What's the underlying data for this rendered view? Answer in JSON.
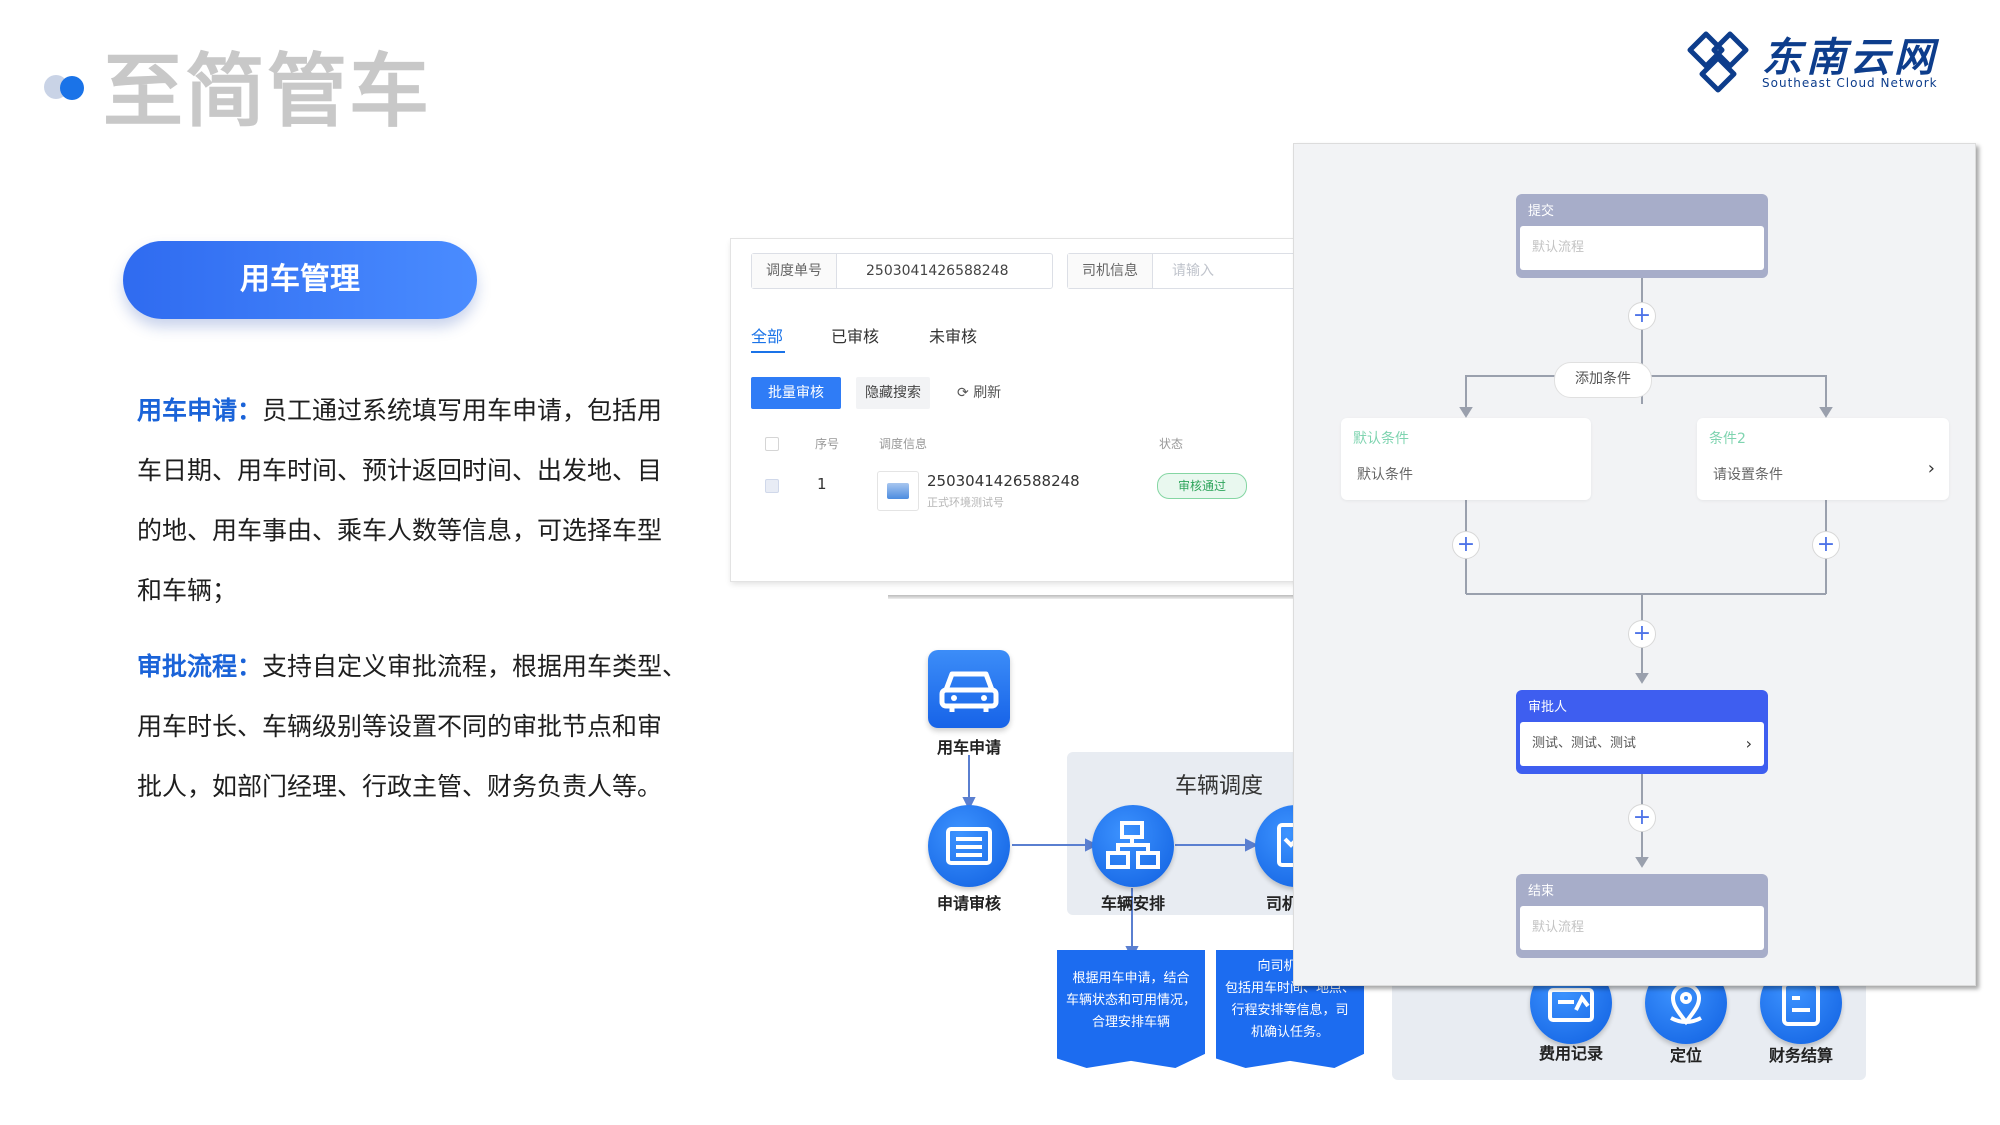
{
  "header": {
    "title": "至简管车",
    "logo_cn": "东南云网",
    "logo_en": "Southeast Cloud Network"
  },
  "section": {
    "pill_label": "用车管理",
    "paragraphs": [
      {
        "highlight": "用车申请：",
        "lines": [
          "员工通过系统填写用车申请，包括用",
          "车日期、用车时间、预计返回时间、出发地、目",
          "的地、用车事由、乘车人数等信息，可选择车型",
          "和车辆；"
        ]
      },
      {
        "highlight": "审批流程：",
        "lines": [
          "支持自定义审批流程，根据用车类型、",
          "用车时长、车辆级别等设置不同的审批节点和审",
          "批人，如部门经理、行政主管、财务负责人等。"
        ]
      }
    ]
  },
  "table_panel": {
    "dispatch_no_label": "调度单号",
    "dispatch_no_value": "2503041426588248",
    "driver_label": "司机信息",
    "driver_placeholder": "请输入",
    "tabs": [
      "全部",
      "已审核",
      "未审核"
    ],
    "batch_button": "批量审核",
    "hide_search_button": "隐藏搜索",
    "refresh_label": "刷新",
    "columns": [
      "序号",
      "调度信息",
      "状态"
    ],
    "row": {
      "index": "1",
      "dispatch_no": "2503041426588248",
      "sub": "正式环境测试号",
      "status": "审核通过"
    }
  },
  "flowchart": {
    "apply_label": "用车申请",
    "review_label": "申请审核",
    "dispatch_title": "车辆调度",
    "arrange_label": "车辆安排",
    "driver_label": "司机",
    "note1": [
      "根据用车申请，结合",
      "车辆状态和可用情况，",
      "合理安排车辆"
    ],
    "note2": [
      "向司机发送",
      "包括用车时间、地点、",
      "行程安排等信息，司",
      "机确认任务。"
    ],
    "expense_label": "费用记录",
    "location_label": "定位",
    "finance_label": "财务结算"
  },
  "approval_panel": {
    "submit_title": "提交",
    "submit_body": "默认流程",
    "add_condition": "添加条件",
    "cond1_title": "默认条件",
    "cond1_body": "默认条件",
    "cond2_title": "条件2",
    "cond2_body": "请设置条件",
    "approver_title": "审批人",
    "approver_body": "测试、测试、测试",
    "end_title": "结束",
    "end_body": "默认流程",
    "plus_symbol": "+",
    "chevron": "›"
  }
}
